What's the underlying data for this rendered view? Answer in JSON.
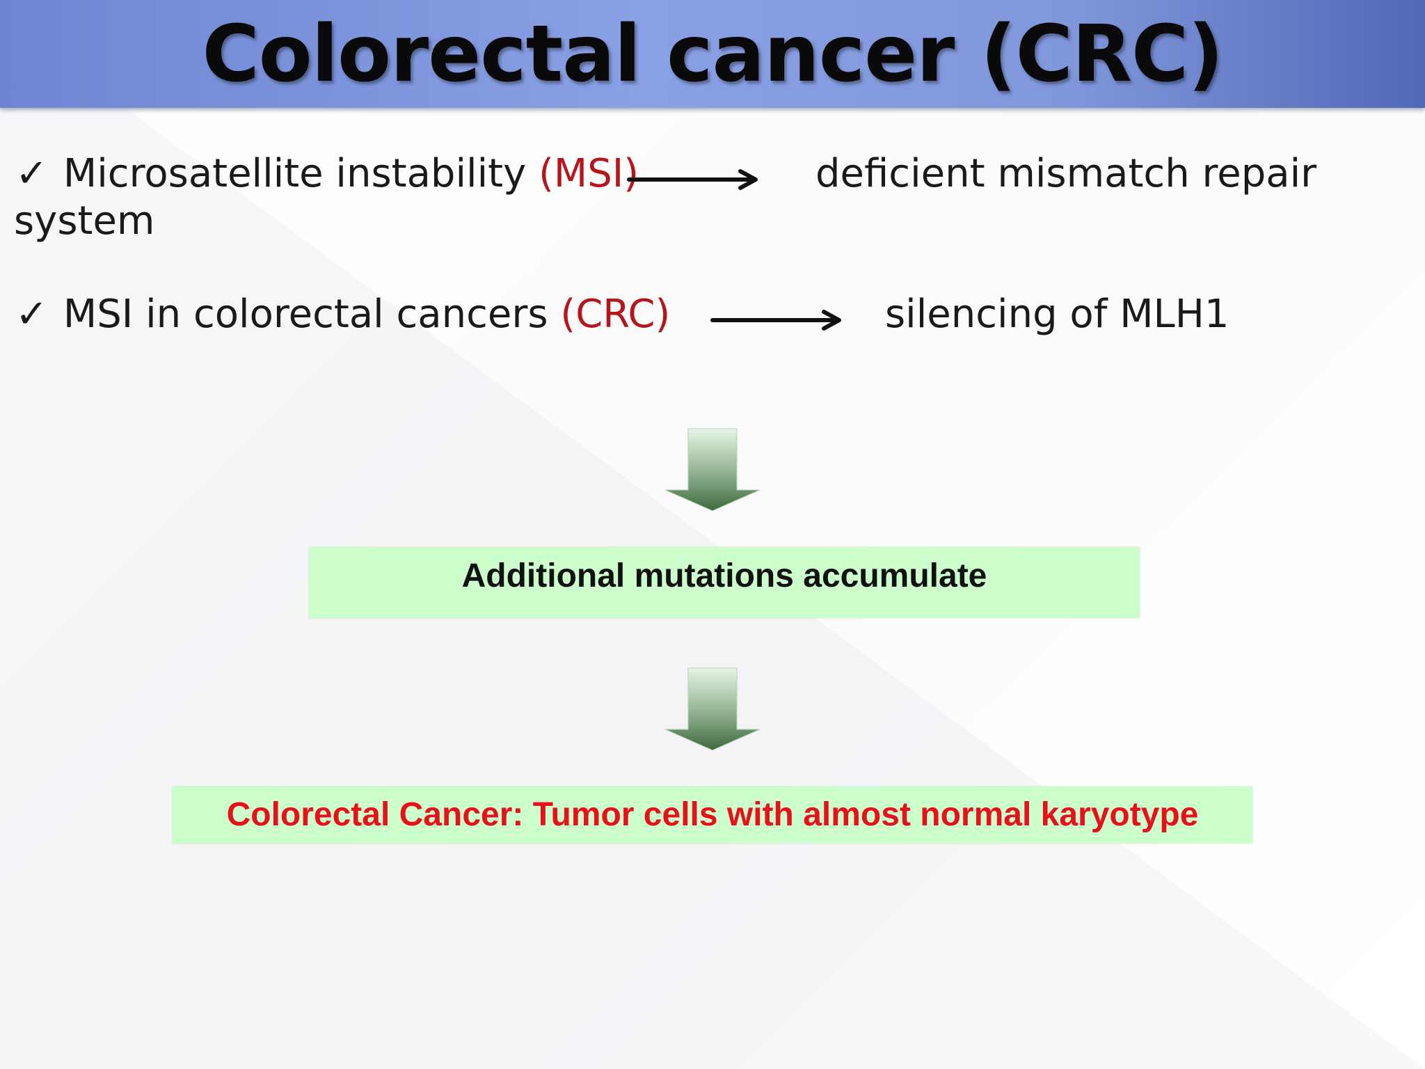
{
  "slide": {
    "title": "Colorectal cancer (CRC)"
  },
  "bullets": [
    {
      "check": "✓",
      "lead": "Microsatellite instability",
      "abbr": "(MSI)",
      "result": "deficient mismatch repair",
      "continuation": "system"
    },
    {
      "check": "✓",
      "lead": "MSI  in colorectal cancers",
      "abbr": "(CRC)",
      "result": "silencing of MLH1"
    }
  ],
  "flow": {
    "step1": "Additional mutations accumulate",
    "step2": "Colorectal Cancer: Tumor cells with almost normal karyotype"
  },
  "colors": {
    "accent_red": "#b8141a",
    "box_green": "#ccffcc",
    "result_red": "#e8101a"
  }
}
